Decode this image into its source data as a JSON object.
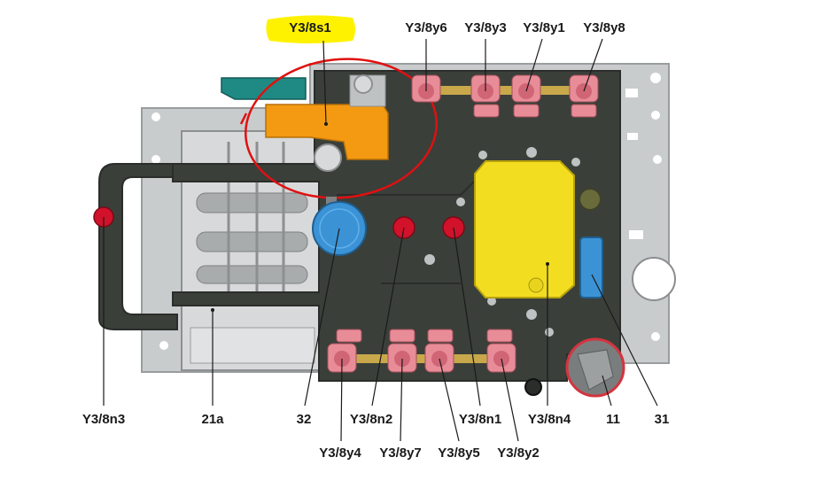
{
  "diagram": {
    "labels": {
      "y38s1": "Y3/8s1",
      "y38y6": "Y3/8y6",
      "y38y3": "Y3/8y3",
      "y38y1": "Y3/8y1",
      "y38y8": "Y3/8y8",
      "y38n3": "Y3/8n3",
      "l21a": "21a",
      "l32": "32",
      "y38n2": "Y3/8n2",
      "y38n1": "Y3/8n1",
      "y38n4": "Y3/8n4",
      "l11": "11",
      "l31": "31",
      "y38y4": "Y3/8y4",
      "y38y7": "Y3/8y7",
      "y38y5": "Y3/8y5",
      "y38y2": "Y3/8y2"
    },
    "colors": {
      "board": "#3a3f3a",
      "board_edge": "#2a2d2a",
      "plate": "#c9cccd",
      "plate_edge": "#9a9d9e",
      "valve_body": "#d7d9da",
      "connector_pink": "#e88c98",
      "connector_red": "#d1122a",
      "solenoid_yellow": "#f2dd21",
      "sensor_blue": "#3b93d6",
      "bracket_orange": "#f39a12",
      "highlight_yellow": "#fff200",
      "annotation_red": "#e01010",
      "teal_lever": "#1f8a84",
      "leader": "#1a1a1a"
    }
  }
}
